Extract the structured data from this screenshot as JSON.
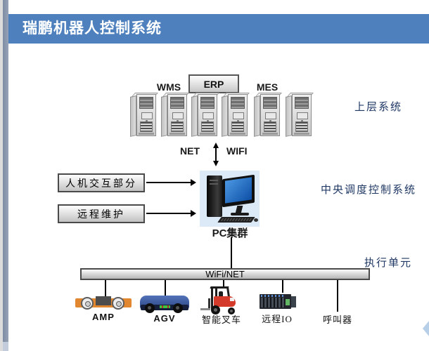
{
  "page": {
    "title": "瑞鹏机器人控制系统"
  },
  "colors": {
    "header_blue": "#4d80bd",
    "left_bar_gray_blue": "#8d9ab1",
    "section_label_navy": "#1f3864",
    "amp_orange": "#e0872f",
    "agv_blue": "#3b5aa5",
    "forklift_red": "#d43a2a",
    "io_green": "#63b663",
    "pc_screen_blue": "#1565c0",
    "nav_arrow_blue": "#b8cfe8"
  },
  "diagram": {
    "upper": {
      "section_label": "上层系统",
      "wms": "WMS",
      "erp": "ERP",
      "mes": "MES",
      "server_count": 6
    },
    "link": {
      "net": "NET",
      "wifi": "WIFI"
    },
    "central": {
      "section_label": "中央调度控制系统",
      "pc_label": "PC集群",
      "hmi_box": "人机交互部分",
      "maintenance_box": "远程维护"
    },
    "execution": {
      "section_label": "执行单元",
      "bus": "WiFi/NET",
      "units": [
        "AMP",
        "AGV",
        "智能叉车",
        "远程IO",
        "呼叫器"
      ]
    }
  }
}
